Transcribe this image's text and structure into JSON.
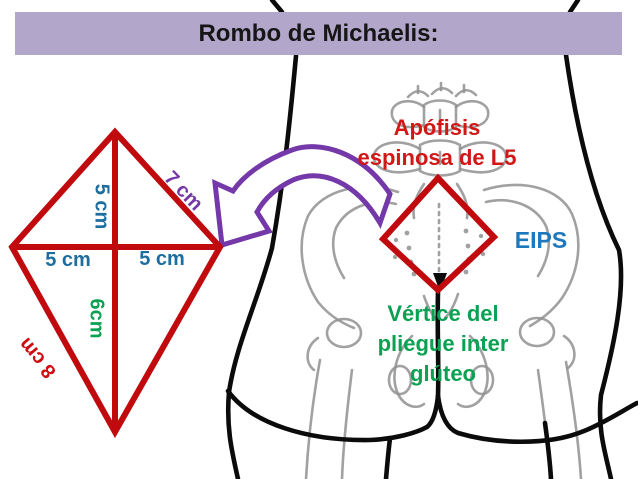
{
  "colors": {
    "title-bar-bg": "#b3a6cb",
    "title-text": "#161616",
    "rhombus-red": "#c00a0e",
    "label-teal": "#1d6e9e",
    "label-purple": "#7438a8",
    "label-green": "#0aa152",
    "label-red": "#cf0a10",
    "anatomy-red": "#d21717",
    "eips-blue": "#1e78bc",
    "gluteal-green": "#0aa152",
    "arrow-purple": "#7438a8",
    "sketch-gray": "#909090",
    "outline-black": "#0b0b0b"
  },
  "title": "Rombo de Michaelis:",
  "rhombus": {
    "vertical_top_label": "5 cm",
    "edge_top_right_label": "7 cm",
    "horizontal_left_label": "5 cm",
    "horizontal_right_label": "5 cm",
    "vertical_bottom_label": "6cm",
    "edge_bottom_left_label": "8 cm"
  },
  "anatomy": {
    "l5_label_line1": "Apófisis",
    "l5_label_line2": "espinosa de L5",
    "eips_label": "EIPS",
    "gluteal_label_line1": "Vértice del",
    "gluteal_label_line2": "pliegue inter",
    "gluteal_label_line3": "glúteo"
  }
}
